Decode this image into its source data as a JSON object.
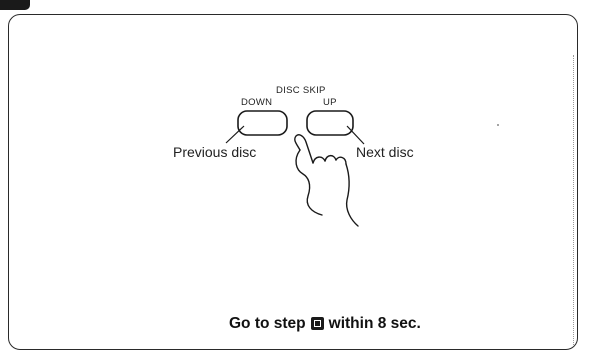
{
  "diagram": {
    "group_label": "DISC SKIP",
    "buttons": [
      {
        "id": "down",
        "label": "DOWN",
        "caption": "Previous disc"
      },
      {
        "id": "up",
        "label": "UP",
        "caption": "Next disc"
      }
    ]
  },
  "instruction": {
    "prefix": "Go to step",
    "step_icon": "step-2-icon",
    "suffix": "within 8 sec."
  },
  "colors": {
    "ink": "#1a1a1a",
    "background": "#ffffff"
  }
}
